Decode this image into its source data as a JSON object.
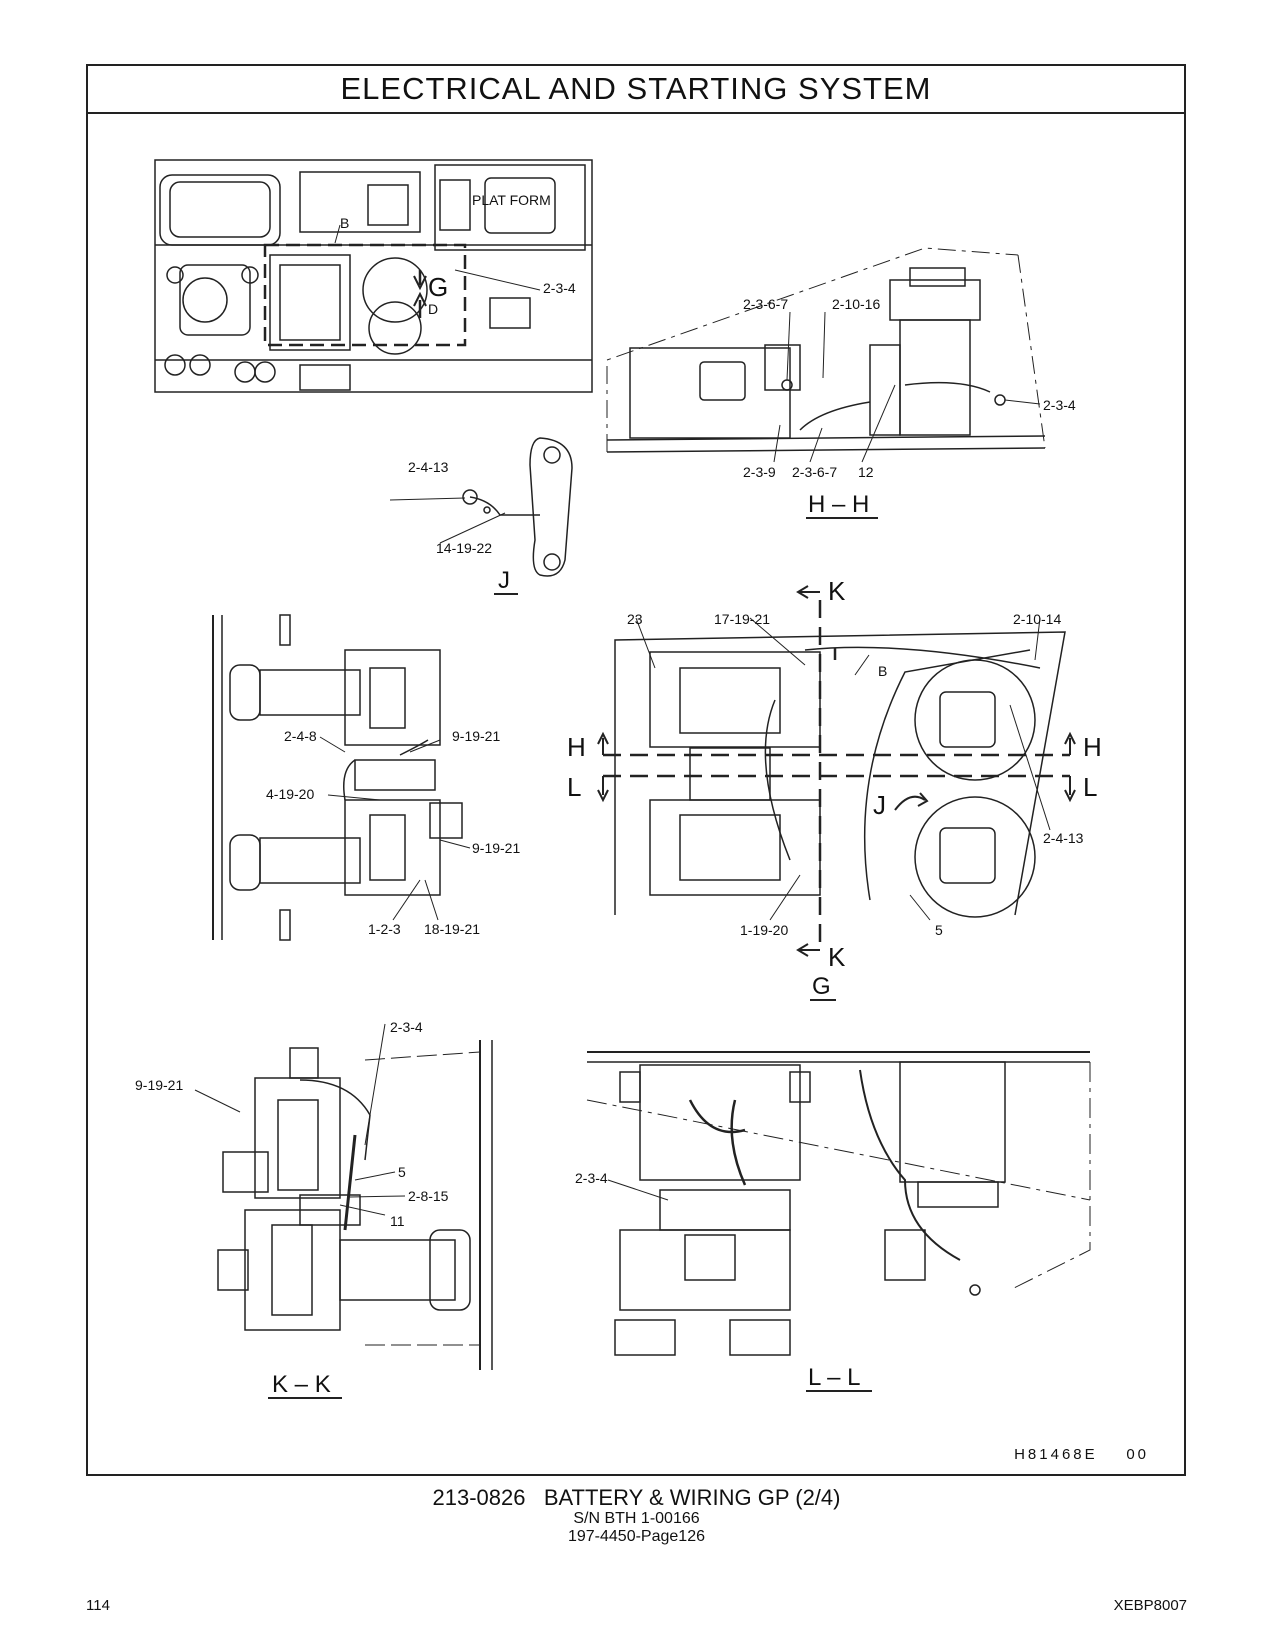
{
  "header": {
    "title": "ELECTRICAL AND STARTING SYSTEM"
  },
  "views": {
    "top": {
      "labels": [
        "PLAT FORM",
        "B",
        "G",
        "D",
        "2-3-4"
      ]
    },
    "hh": {
      "title": "H – H",
      "labels": [
        "2-3-6-7",
        "2-10-16",
        "2-3-4",
        "2-3-9",
        "2-3-6-7",
        "12"
      ]
    },
    "j": {
      "title": "J",
      "labels": [
        "2-4-13",
        "14-19-22"
      ]
    },
    "left": {
      "labels": [
        "2-4-8",
        "9-19-21",
        "4-19-20",
        "9-19-21",
        "1-2-3",
        "18-19-21"
      ]
    },
    "g": {
      "title": "G",
      "labels": [
        "23",
        "17-19-21",
        "2-10-14",
        "B",
        "H",
        "H",
        "L",
        "L",
        "J",
        "2-4-13",
        "1-19-20",
        "5",
        "K",
        "K"
      ]
    },
    "kk": {
      "title": "K – K",
      "labels": [
        "2-3-4",
        "9-19-21",
        "5",
        "2-8-15",
        "11"
      ]
    },
    "ll": {
      "title": "L – L",
      "labels": [
        "2-3-4"
      ]
    }
  },
  "drawing_ref": "H81468E    00",
  "caption": {
    "line1": "213-0826   BATTERY & WIRING GP (2/4)",
    "line2": "S/N BTH 1-00166",
    "line3": "197-4450-Page126"
  },
  "footer": {
    "page_number": "114",
    "doc_id": "XEBP8007"
  }
}
